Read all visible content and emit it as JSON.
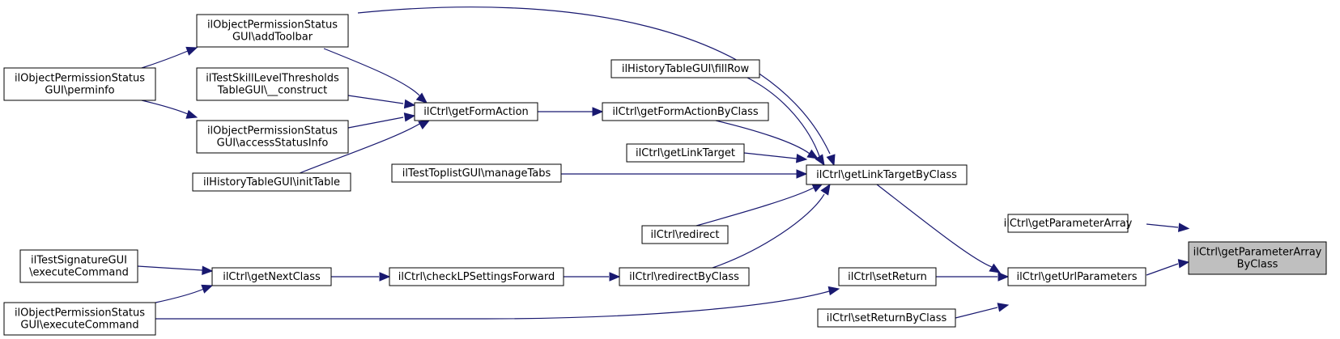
{
  "colors": {
    "edge": "#191970",
    "root_fill": "#bfbfbf",
    "node_fill": "#ffffff",
    "node_border": "#000000"
  },
  "nodes": {
    "root": [
      "ilCtrl\\getParameterArray",
      "ByClass"
    ],
    "getParameterArray": [
      "ilCtrl\\getParameterArray"
    ],
    "getUrlParameters": [
      "ilCtrl\\getUrlParameters"
    ],
    "getLinkTargetByClass": [
      "ilCtrl\\getLinkTargetByClass"
    ],
    "setReturn": [
      "ilCtrl\\setReturn"
    ],
    "setReturnByClass": [
      "ilCtrl\\setReturnByClass"
    ],
    "historyFillRow": [
      "ilHistoryTableGUI\\fillRow"
    ],
    "getFormActionByClass": [
      "ilCtrl\\getFormActionByClass"
    ],
    "getLinkTarget": [
      "ilCtrl\\getLinkTarget"
    ],
    "toplistManageTabs": [
      "ilTestToplistGUI\\manageTabs"
    ],
    "redirect": [
      "ilCtrl\\redirect"
    ],
    "redirectByClass": [
      "ilCtrl\\redirectByClass"
    ],
    "getFormAction": [
      "ilCtrl\\getFormAction"
    ],
    "checkLPSettingsForward": [
      "ilCtrl\\checkLPSettingsForward"
    ],
    "addToolbar": [
      "ilObjectPermissionStatus",
      "GUI\\addToolbar"
    ],
    "skillConstruct": [
      "ilTestSkillLevelThresholds",
      "TableGUI\\__construct"
    ],
    "accessStatusInfo": [
      "ilObjectPermissionStatus",
      "GUI\\accessStatusInfo"
    ],
    "historyInitTable": [
      "ilHistoryTableGUI\\initTable"
    ],
    "getNextClass": [
      "ilCtrl\\getNextClass"
    ],
    "perminfo": [
      "ilObjectPermissionStatus",
      "GUI\\perminfo"
    ],
    "signatureExecute": [
      "ilTestSignatureGUI",
      "\\executeCommand"
    ],
    "permExecute": [
      "ilObjectPermissionStatus",
      "GUI\\executeCommand"
    ]
  }
}
